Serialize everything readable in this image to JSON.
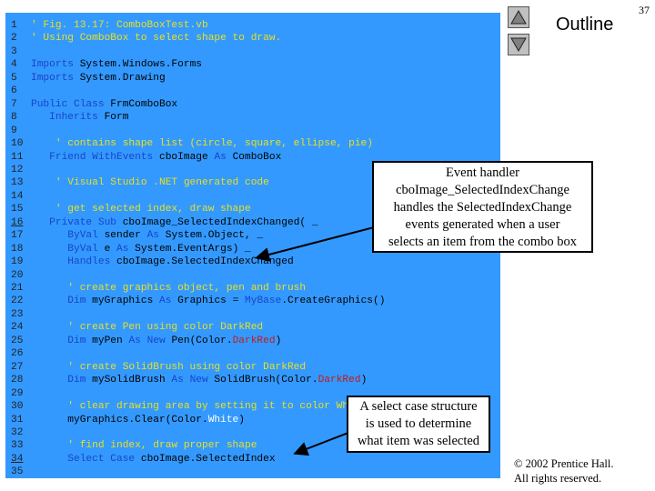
{
  "slide": {
    "page_number": "37",
    "outline_label": "Outline",
    "copyright_line1": "© 2002 Prentice Hall.",
    "copyright_line2": "All rights reserved."
  },
  "nav": {
    "up_icon": "triangle-up-icon",
    "down_icon": "triangle-down-icon"
  },
  "colors": {
    "panel": "#3399ff",
    "comment": "#e8e020",
    "keyword": "#1844c8",
    "plain": "#000000",
    "red_arg": "#c81818",
    "white_arg": "#ffffff"
  },
  "code_lines": [
    {
      "n": "1",
      "tokens": [
        {
          "t": "' Fig. 13.17: ComboBoxTest.vb",
          "c": "comment"
        }
      ]
    },
    {
      "n": "2",
      "tokens": [
        {
          "t": "' Using ComboBox to select shape to draw.",
          "c": "comment"
        }
      ]
    },
    {
      "n": "3",
      "tokens": []
    },
    {
      "n": "4",
      "tokens": [
        {
          "t": "Imports ",
          "c": "kw"
        },
        {
          "t": "System.Windows.Forms",
          "c": "plain"
        }
      ]
    },
    {
      "n": "5",
      "tokens": [
        {
          "t": "Imports ",
          "c": "kw"
        },
        {
          "t": "System.Drawing",
          "c": "plain"
        }
      ]
    },
    {
      "n": "6",
      "tokens": []
    },
    {
      "n": "7",
      "tokens": [
        {
          "t": "Public Class ",
          "c": "kw"
        },
        {
          "t": "FrmComboBox",
          "c": "plain"
        }
      ]
    },
    {
      "n": "8",
      "tokens": [
        {
          "t": "   Inherits ",
          "c": "kw"
        },
        {
          "t": "Form",
          "c": "plain"
        }
      ]
    },
    {
      "n": "9",
      "tokens": []
    },
    {
      "n": "10",
      "tokens": [
        {
          "t": "    ' contains shape list (circle, square, ellipse, pie)",
          "c": "comment"
        }
      ]
    },
    {
      "n": "11",
      "tokens": [
        {
          "t": "   Friend WithEvents ",
          "c": "kw"
        },
        {
          "t": "cboImage ",
          "c": "plain"
        },
        {
          "t": "As ",
          "c": "kw"
        },
        {
          "t": "ComboBox",
          "c": "plain"
        }
      ]
    },
    {
      "n": "12",
      "tokens": []
    },
    {
      "n": "13",
      "tokens": [
        {
          "t": "    ' Visual Studio .NET generated code",
          "c": "comment"
        }
      ]
    },
    {
      "n": "14",
      "tokens": []
    },
    {
      "n": "15",
      "tokens": [
        {
          "t": "    ' get selected index, draw shape",
          "c": "comment"
        }
      ]
    },
    {
      "n": "16",
      "underline": true,
      "tokens": [
        {
          "t": "   Private Sub ",
          "c": "kw"
        },
        {
          "t": "cboImage_SelectedIndexChanged( _",
          "c": "plain"
        }
      ]
    },
    {
      "n": "17",
      "tokens": [
        {
          "t": "      ByVal ",
          "c": "kw"
        },
        {
          "t": "sender ",
          "c": "plain"
        },
        {
          "t": "As ",
          "c": "kw"
        },
        {
          "t": "System.Object, _",
          "c": "plain"
        }
      ]
    },
    {
      "n": "18",
      "tokens": [
        {
          "t": "      ByVal ",
          "c": "kw"
        },
        {
          "t": "e ",
          "c": "plain"
        },
        {
          "t": "As ",
          "c": "kw"
        },
        {
          "t": "System.EventArgs) _",
          "c": "plain"
        }
      ]
    },
    {
      "n": "19",
      "tokens": [
        {
          "t": "      Handles ",
          "c": "kw"
        },
        {
          "t": "cboImage.SelectedIndexChanged",
          "c": "plain"
        }
      ]
    },
    {
      "n": "20",
      "tokens": []
    },
    {
      "n": "21",
      "tokens": [
        {
          "t": "      ' create graphics object, pen and brush",
          "c": "comment"
        }
      ]
    },
    {
      "n": "22",
      "tokens": [
        {
          "t": "      Dim ",
          "c": "kw"
        },
        {
          "t": "myGraphics ",
          "c": "plain"
        },
        {
          "t": "As ",
          "c": "kw"
        },
        {
          "t": "Graphics = ",
          "c": "plain"
        },
        {
          "t": "MyBase",
          "c": "kw"
        },
        {
          "t": ".CreateGraphics()",
          "c": "plain"
        }
      ]
    },
    {
      "n": "23",
      "tokens": []
    },
    {
      "n": "24",
      "tokens": [
        {
          "t": "      ' create Pen using color DarkRed",
          "c": "comment"
        }
      ]
    },
    {
      "n": "25",
      "tokens": [
        {
          "t": "      Dim ",
          "c": "kw"
        },
        {
          "t": "myPen ",
          "c": "plain"
        },
        {
          "t": "As New ",
          "c": "kw"
        },
        {
          "t": "Pen(Color.",
          "c": "plain"
        },
        {
          "t": "DarkRed",
          "c": "red"
        },
        {
          "t": ")",
          "c": "plain"
        }
      ]
    },
    {
      "n": "26",
      "tokens": []
    },
    {
      "n": "27",
      "tokens": [
        {
          "t": "      ' create SolidBrush using color DarkRed",
          "c": "comment"
        }
      ]
    },
    {
      "n": "28",
      "tokens": [
        {
          "t": "      Dim ",
          "c": "kw"
        },
        {
          "t": "mySolidBrush ",
          "c": "plain"
        },
        {
          "t": "As New ",
          "c": "kw"
        },
        {
          "t": "SolidBrush(Color.",
          "c": "plain"
        },
        {
          "t": "DarkRed",
          "c": "red"
        },
        {
          "t": ")",
          "c": "plain"
        }
      ]
    },
    {
      "n": "29",
      "tokens": []
    },
    {
      "n": "30",
      "tokens": [
        {
          "t": "      ' clear drawing area by setting it to color White",
          "c": "comment"
        }
      ]
    },
    {
      "n": "31",
      "tokens": [
        {
          "t": "      myGraphics.Clear(Color.",
          "c": "plain"
        },
        {
          "t": "White",
          "c": "white"
        },
        {
          "t": ")",
          "c": "plain"
        }
      ]
    },
    {
      "n": "32",
      "tokens": []
    },
    {
      "n": "33",
      "tokens": [
        {
          "t": "      ' find index, draw proper shape",
          "c": "comment"
        }
      ]
    },
    {
      "n": "34",
      "underline": true,
      "tokens": [
        {
          "t": "      Select Case ",
          "c": "kw"
        },
        {
          "t": "cboImage.SelectedIndex",
          "c": "plain"
        }
      ]
    },
    {
      "n": "35",
      "tokens": []
    }
  ],
  "callouts": {
    "event_handler": [
      "Event handler",
      "cboImage_SelectedIndexChange",
      "handles the SelectedIndexChange",
      "events generated when a user",
      "selects an item from the combo box"
    ],
    "select_case": [
      "A select case structure",
      "is used to determine",
      "what item was selected"
    ]
  }
}
